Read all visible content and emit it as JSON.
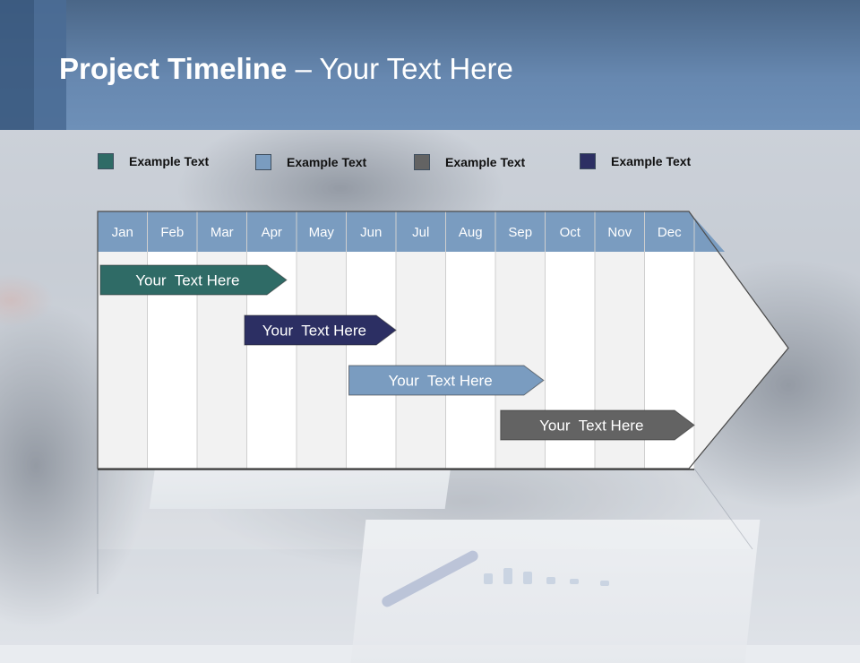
{
  "header": {
    "title_strong": "Project Timeline",
    "title_rest": " – Your Text Here"
  },
  "legend": [
    {
      "label": "Example Text",
      "color": "#2f6b66"
    },
    {
      "label": "Example Text",
      "color": "#7a9cc0"
    },
    {
      "label": "Example Text",
      "color": "#636363"
    },
    {
      "label": "Example Text",
      "color": "#2c2f63"
    }
  ],
  "timeline": {
    "months": [
      "Jan",
      "Feb",
      "Mar",
      "Apr",
      "May",
      "Jun",
      "Jul",
      "Aug",
      "Sep",
      "Oct",
      "Nov",
      "Dec"
    ],
    "header_color": "#7a9cc0",
    "tasks": [
      {
        "label": "Your  Text Here",
        "start_month": 1,
        "end_month": 4.8,
        "color": "#2f6b66"
      },
      {
        "label": "Your  Text Here",
        "start_month": 3.9,
        "end_month": 7.0,
        "color": "#2c2f63"
      },
      {
        "label": "Your  Text Here",
        "start_month": 6.0,
        "end_month": 9.97,
        "color": "#7a9cc0"
      },
      {
        "label": "Your  Text Here",
        "start_month": 9.05,
        "end_month": 13.0,
        "color": "#636363"
      }
    ]
  }
}
